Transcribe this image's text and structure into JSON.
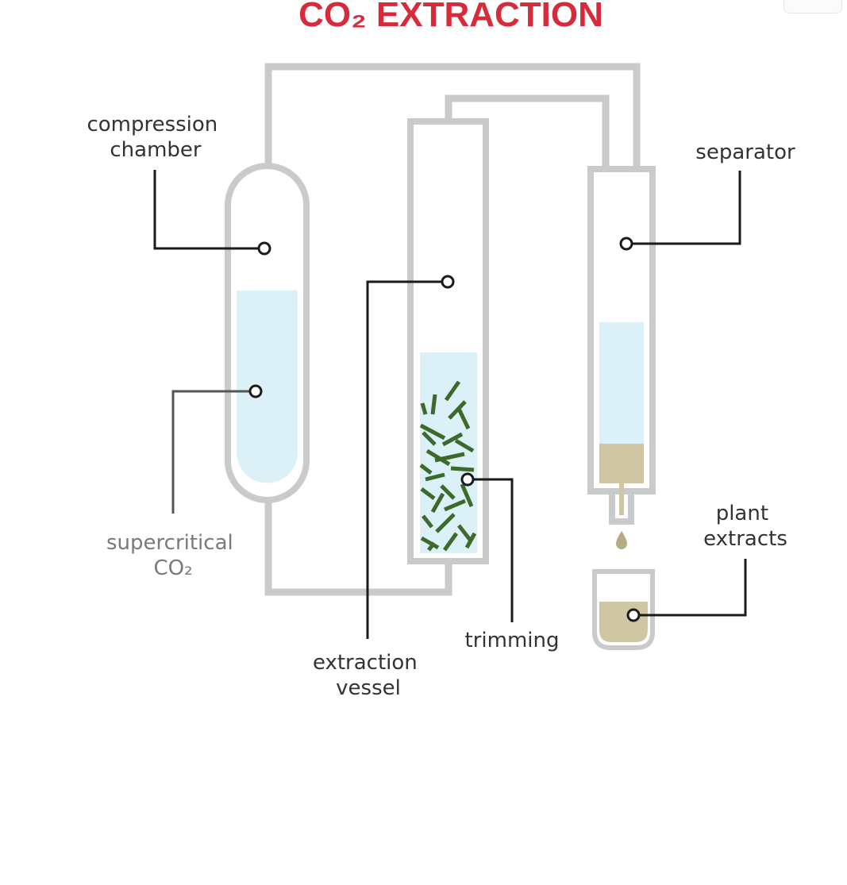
{
  "title": "CO₂ EXTRACTION",
  "labels": {
    "compression_chamber": [
      "compression",
      "chamber"
    ],
    "separator": [
      "separator"
    ],
    "supercritical_co2": [
      "supercritical",
      "CO₂"
    ],
    "extraction_vessel": [
      "extraction",
      "vessel"
    ],
    "trimming": [
      "trimming"
    ],
    "plant_extracts": [
      "plant",
      "extracts"
    ]
  },
  "colors": {
    "title": "#d72b3c",
    "pipe": "#c9cacb",
    "liquid": "#dcf0f7",
    "trimming": "#3b6a2a",
    "extract": "#cfc7a4",
    "drop": "#b7ab83",
    "leader": "#1a1a1a",
    "label_dark": "#333333",
    "label_muted": "#7a7a7a"
  }
}
